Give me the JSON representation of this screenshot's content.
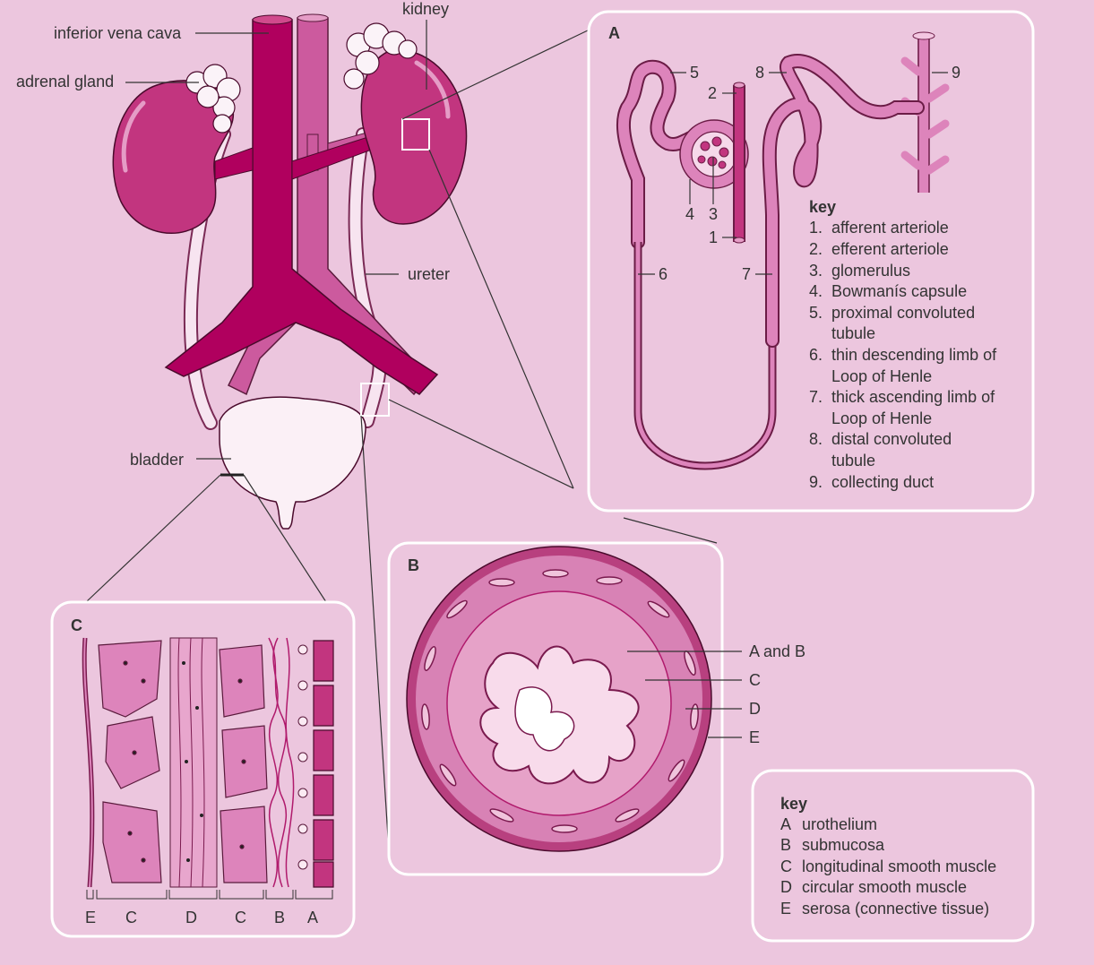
{
  "main_labels": {
    "ivc": "inferior vena cava",
    "adrenal": "adrenal gland",
    "kidney": "kidney",
    "ureter": "ureter",
    "bladder": "bladder"
  },
  "panel_a": {
    "letter": "A",
    "numbers": [
      "1",
      "2",
      "3",
      "4",
      "5",
      "6",
      "7",
      "8",
      "9"
    ],
    "key_title": "key",
    "key_items": [
      [
        "1.",
        "afferent arteriole"
      ],
      [
        "2.",
        "efferent arteriole"
      ],
      [
        "3.",
        "glomerulus"
      ],
      [
        "4.",
        "Bowmanís capsule"
      ],
      [
        "5.",
        "proximal convoluted",
        "tubule"
      ],
      [
        "6.",
        "thin descending limb of",
        "Loop of Henle"
      ],
      [
        "7.",
        "thick ascending limb of",
        "Loop of Henle"
      ],
      [
        "8.",
        "distal convoluted",
        "tubule"
      ],
      [
        "9.",
        "collecting duct"
      ]
    ]
  },
  "panel_b": {
    "letter": "B",
    "labels": [
      "A and B",
      "C",
      "D",
      "E"
    ]
  },
  "panel_c": {
    "letter": "C",
    "layer_labels": [
      "E",
      "C",
      "D",
      "C",
      "B",
      "A"
    ]
  },
  "layer_key": {
    "title": "key",
    "items": [
      [
        "A",
        "urothelium"
      ],
      [
        "B",
        "submucosa"
      ],
      [
        "C",
        "longitudinal smooth muscle"
      ],
      [
        "D",
        "circular smooth muscle"
      ],
      [
        "E",
        "serosa (connective tissue)"
      ]
    ]
  },
  "colors": {
    "background": "#ecc6de",
    "kidney": "#c2357f",
    "ivc": "#b0005e",
    "aorta": "#cc5a9e",
    "tubule": "#dd84bb",
    "ureter": "#f7e4f0"
  }
}
